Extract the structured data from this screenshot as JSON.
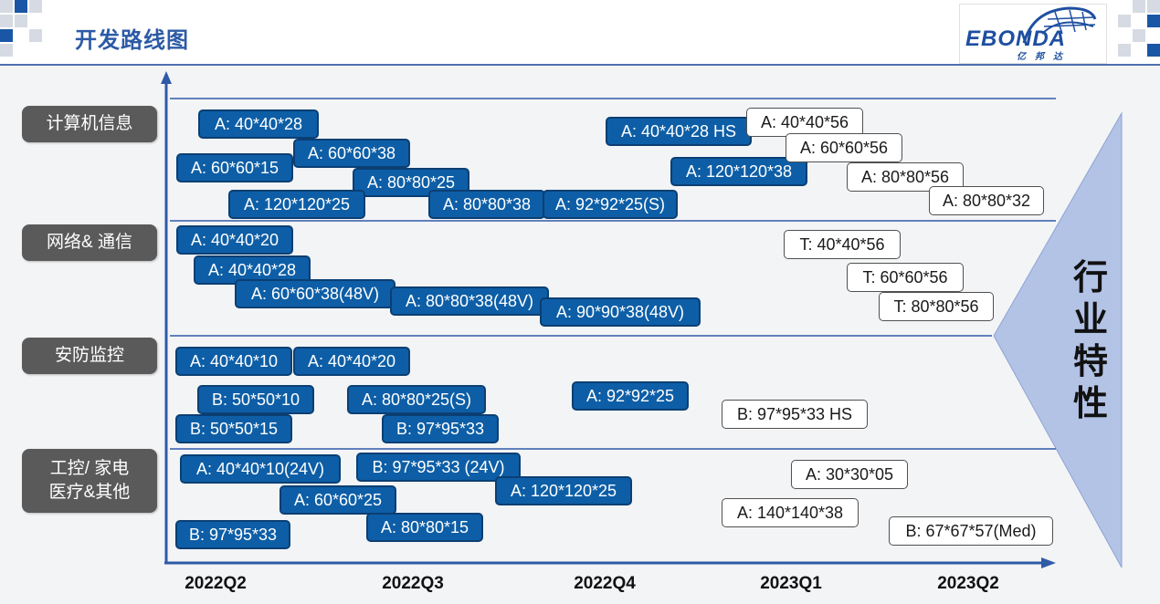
{
  "title": "开发路线图",
  "logo": {
    "name": "EBONDA",
    "sub": "亿邦达"
  },
  "categories": [
    "计算机信息",
    "网络& 通信",
    "安防监控",
    "工控/ 家电\n医疗&其他"
  ],
  "quarters": [
    "2022Q2",
    "2022Q3",
    "2022Q4",
    "2023Q1",
    "2023Q2"
  ],
  "side_label": "行\n业\n特\n性",
  "products": [
    {
      "text": "A: 40*40*28",
      "status": "developed"
    },
    {
      "text": "A: 60*60*38",
      "status": "developed"
    },
    {
      "text": "A: 60*60*15",
      "status": "developed"
    },
    {
      "text": "A: 80*80*25",
      "status": "developed"
    },
    {
      "text": "A: 120*120*25",
      "status": "developed"
    },
    {
      "text": "A: 80*80*38",
      "status": "developed"
    },
    {
      "text": "A: 92*92*25(S)",
      "status": "developed"
    },
    {
      "text": "A: 40*40*28 HS",
      "status": "developed"
    },
    {
      "text": "A: 120*120*38",
      "status": "developed"
    },
    {
      "text": "A: 40*40*56",
      "status": "planned"
    },
    {
      "text": "A: 60*60*56",
      "status": "planned"
    },
    {
      "text": "A: 80*80*56",
      "status": "planned"
    },
    {
      "text": "A: 80*80*32",
      "status": "planned"
    },
    {
      "text": "A: 40*40*20",
      "status": "developed"
    },
    {
      "text": "A: 40*40*28",
      "status": "developed"
    },
    {
      "text": "A: 60*60*38(48V)",
      "status": "developed"
    },
    {
      "text": "A: 80*80*38(48V)",
      "status": "developed"
    },
    {
      "text": "A: 90*90*38(48V)",
      "status": "developed"
    },
    {
      "text": "T: 40*40*56",
      "status": "planned"
    },
    {
      "text": "T: 60*60*56",
      "status": "planned"
    },
    {
      "text": "T: 80*80*56",
      "status": "planned"
    },
    {
      "text": "A: 40*40*10",
      "status": "developed"
    },
    {
      "text": "A: 40*40*20",
      "status": "developed"
    },
    {
      "text": "B: 50*50*10",
      "status": "developed"
    },
    {
      "text": "A: 80*80*25(S)",
      "status": "developed"
    },
    {
      "text": "A: 92*92*25",
      "status": "developed"
    },
    {
      "text": "B: 50*50*15",
      "status": "developed"
    },
    {
      "text": "B: 97*95*33",
      "status": "developed"
    },
    {
      "text": "B: 97*95*33 HS",
      "status": "planned"
    },
    {
      "text": "A: 40*40*10(24V)",
      "status": "developed"
    },
    {
      "text": "B: 97*95*33 (24V)",
      "status": "developed"
    },
    {
      "text": "A: 60*60*25",
      "status": "developed"
    },
    {
      "text": "A: 120*120*25",
      "status": "developed"
    },
    {
      "text": "A: 30*30*05",
      "status": "planned"
    },
    {
      "text": "A: 140*140*38",
      "status": "planned"
    },
    {
      "text": "B: 97*95*33",
      "status": "developed"
    },
    {
      "text": "A: 80*80*15",
      "status": "developed"
    },
    {
      "text": "B: 67*67*57(Med)",
      "status": "planned"
    }
  ],
  "colors": {
    "developed_fill": "#0d5ea6",
    "planned_fill": "#ffffff",
    "axis": "#2f5aa8",
    "category_fill": "#5a5a5a",
    "triangle": "#b3c3e6"
  }
}
